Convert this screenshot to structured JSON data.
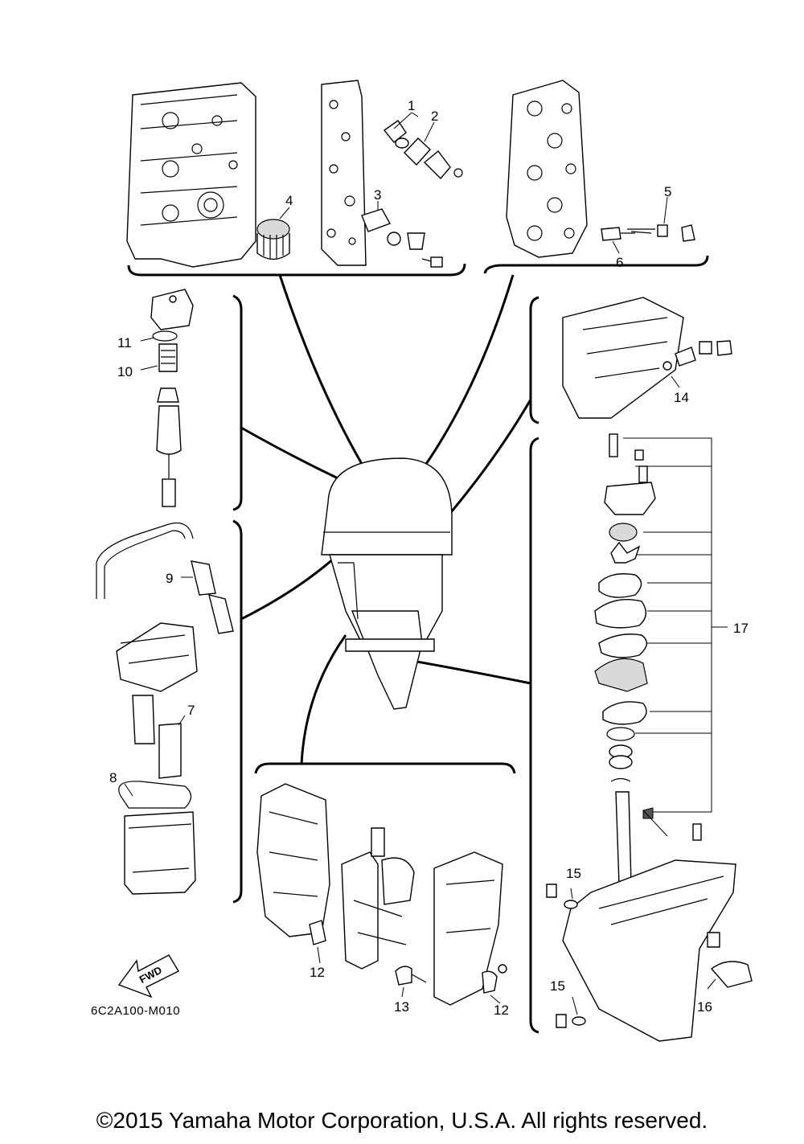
{
  "diagram": {
    "labels": {
      "p1": "1",
      "p2": "2",
      "p3": "3",
      "p4": "4",
      "p5": "5",
      "p6": "6",
      "p7": "7",
      "p8": "8",
      "p9": "9",
      "p10": "10",
      "p11": "11",
      "p12a": "12",
      "p12b": "12",
      "p13": "13",
      "p14": "14",
      "p15a": "15",
      "p15b": "15",
      "p16": "16",
      "p17": "17"
    },
    "fwd_label": "FWD",
    "diagram_code": "6C2A100-M010"
  },
  "footer": {
    "copyright": "©2015 Yamaha Motor Corporation, U.S.A. All rights reserved."
  }
}
